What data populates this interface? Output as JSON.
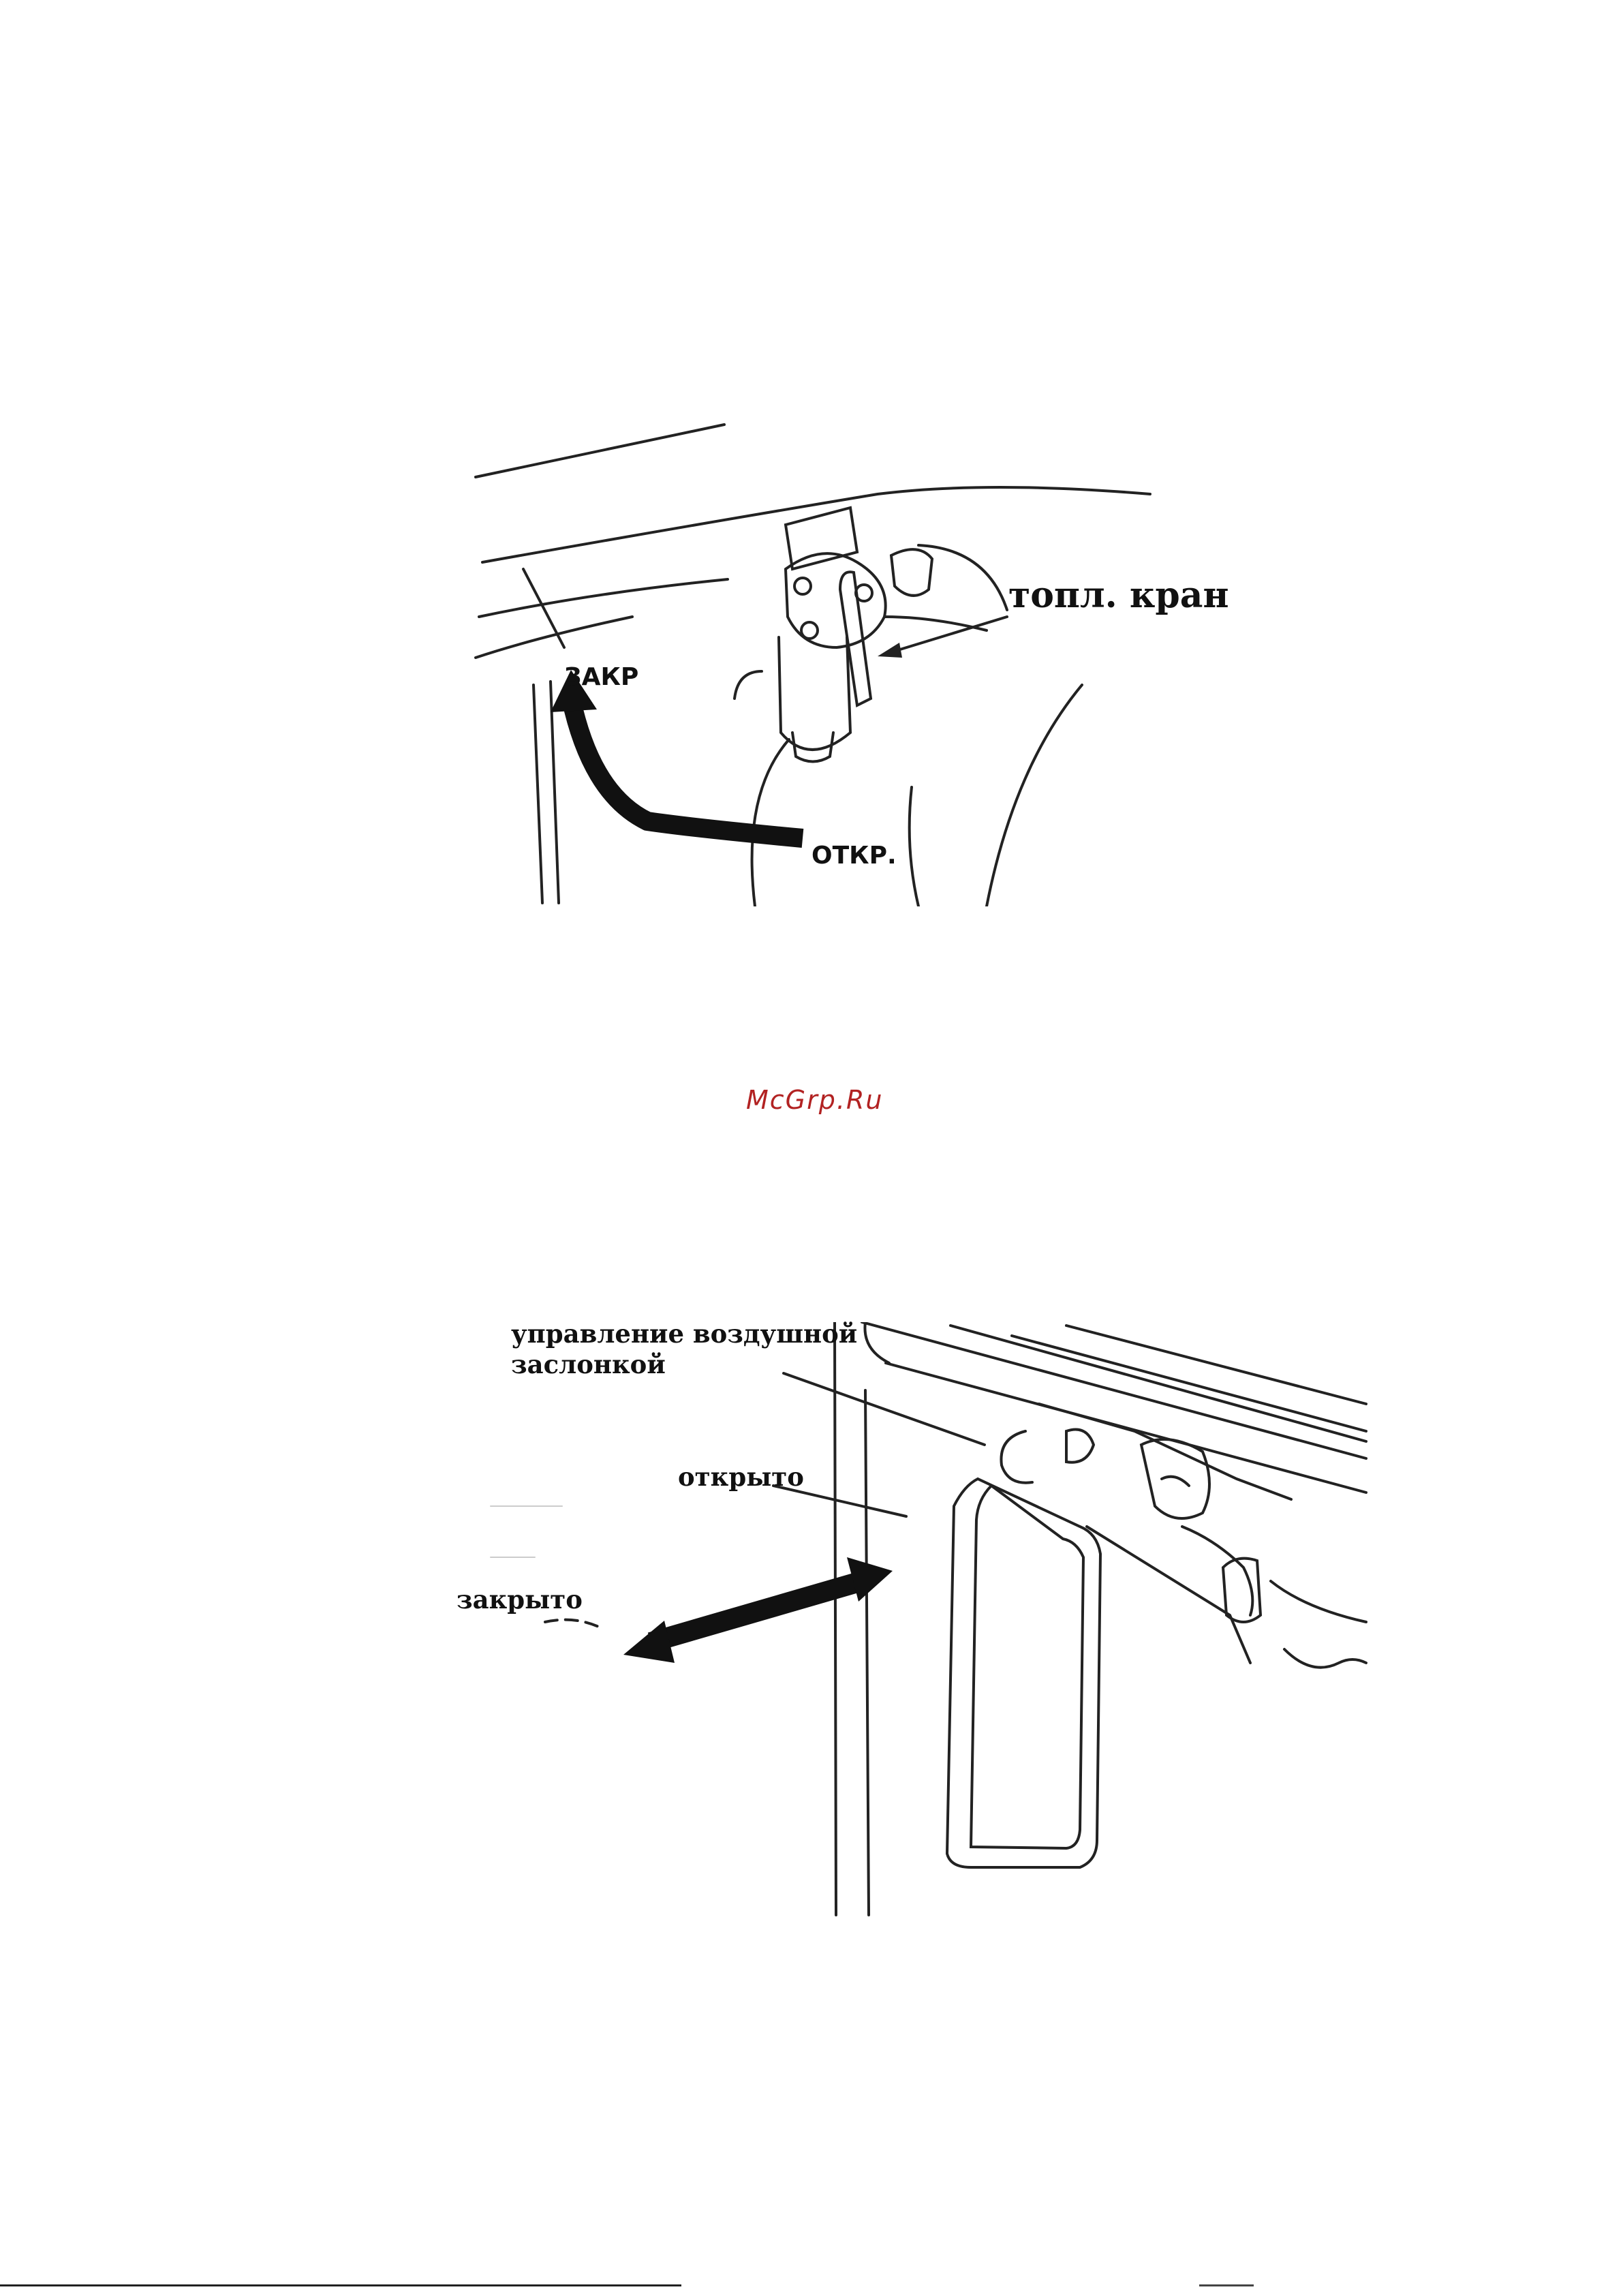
{
  "figure1": {
    "valve_label": "топл. кран",
    "close_label": "ЗАКР",
    "open_label": "ОТКР."
  },
  "watermark": {
    "text": "McGrp.Ru",
    "color": "#b22222"
  },
  "figure2": {
    "choke_label_line1": "управление воздушной",
    "choke_label_line2": "заслонкой",
    "opened_label": "открыто",
    "closed_label": "закрыто"
  }
}
